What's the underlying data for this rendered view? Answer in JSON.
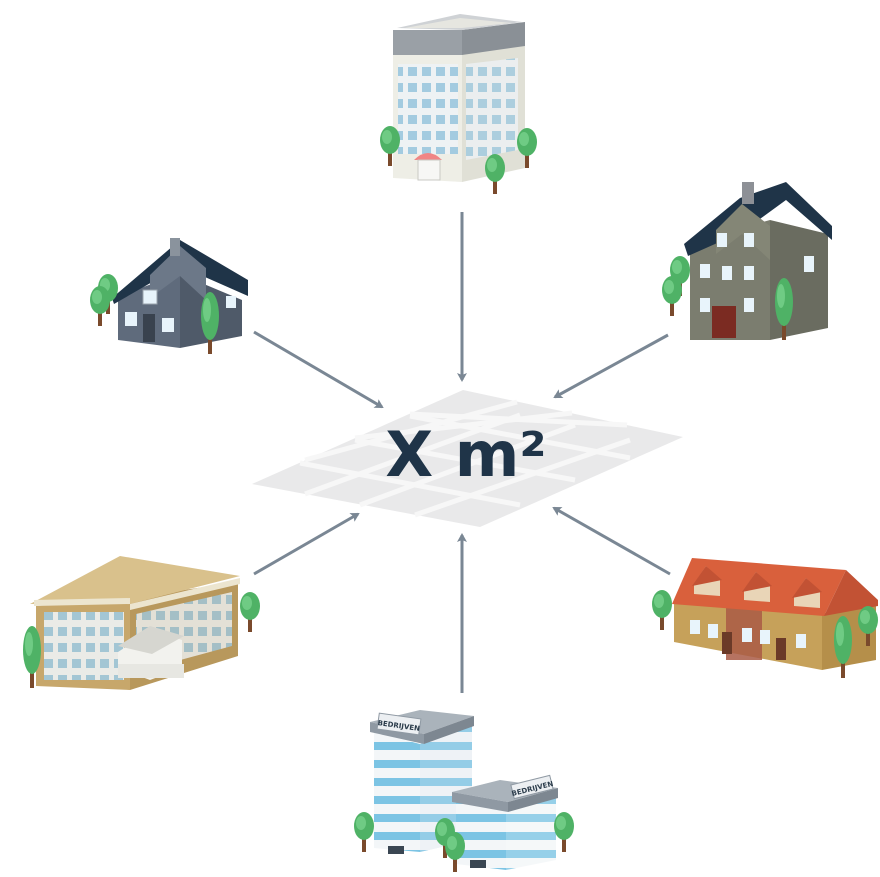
{
  "center": {
    "label": "X m²"
  },
  "buildings": [
    {
      "name": "apartment-tower"
    },
    {
      "name": "small-house"
    },
    {
      "name": "tall-house"
    },
    {
      "name": "school-building"
    },
    {
      "name": "row-houses"
    },
    {
      "name": "office-buildings",
      "signs": [
        "BEDRIJVEN",
        "BEDRIJVEN"
      ]
    }
  ],
  "colors": {
    "arrow": "#7a8794",
    "roof_dark": "#1f3448",
    "grid_fill": "#e9e9ea",
    "grid_line": "#f7f7f7",
    "tree": "#4fb266"
  }
}
